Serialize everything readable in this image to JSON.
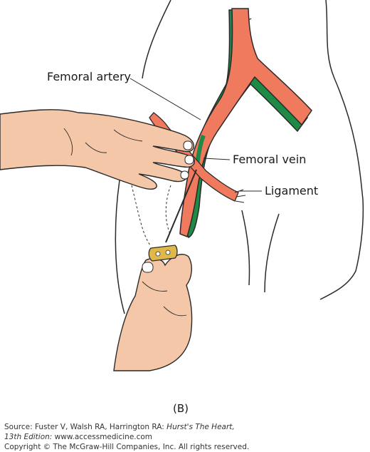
{
  "labels": {
    "femoral_artery": "Femoral artery",
    "femoral_vein": "Femoral vein",
    "ligament": "Ligament",
    "panel": "(B)"
  },
  "source": {
    "line1_prefix": "Source: Fuster V, Walsh RA, Harrington RA: ",
    "line1_title": "Hurst's The Heart,",
    "line2_title": "13th Edition:",
    "line2_rest": " www.accessmedicine.com",
    "line3": "Copyright © The McGraw-Hill Companies, Inc. All rights reserved."
  },
  "colors": {
    "artery": "#f07a5e",
    "vein": "#1e8a46",
    "skin": "#f4c7a8",
    "outline": "#2a2a2a",
    "device": "#e0b84a"
  }
}
